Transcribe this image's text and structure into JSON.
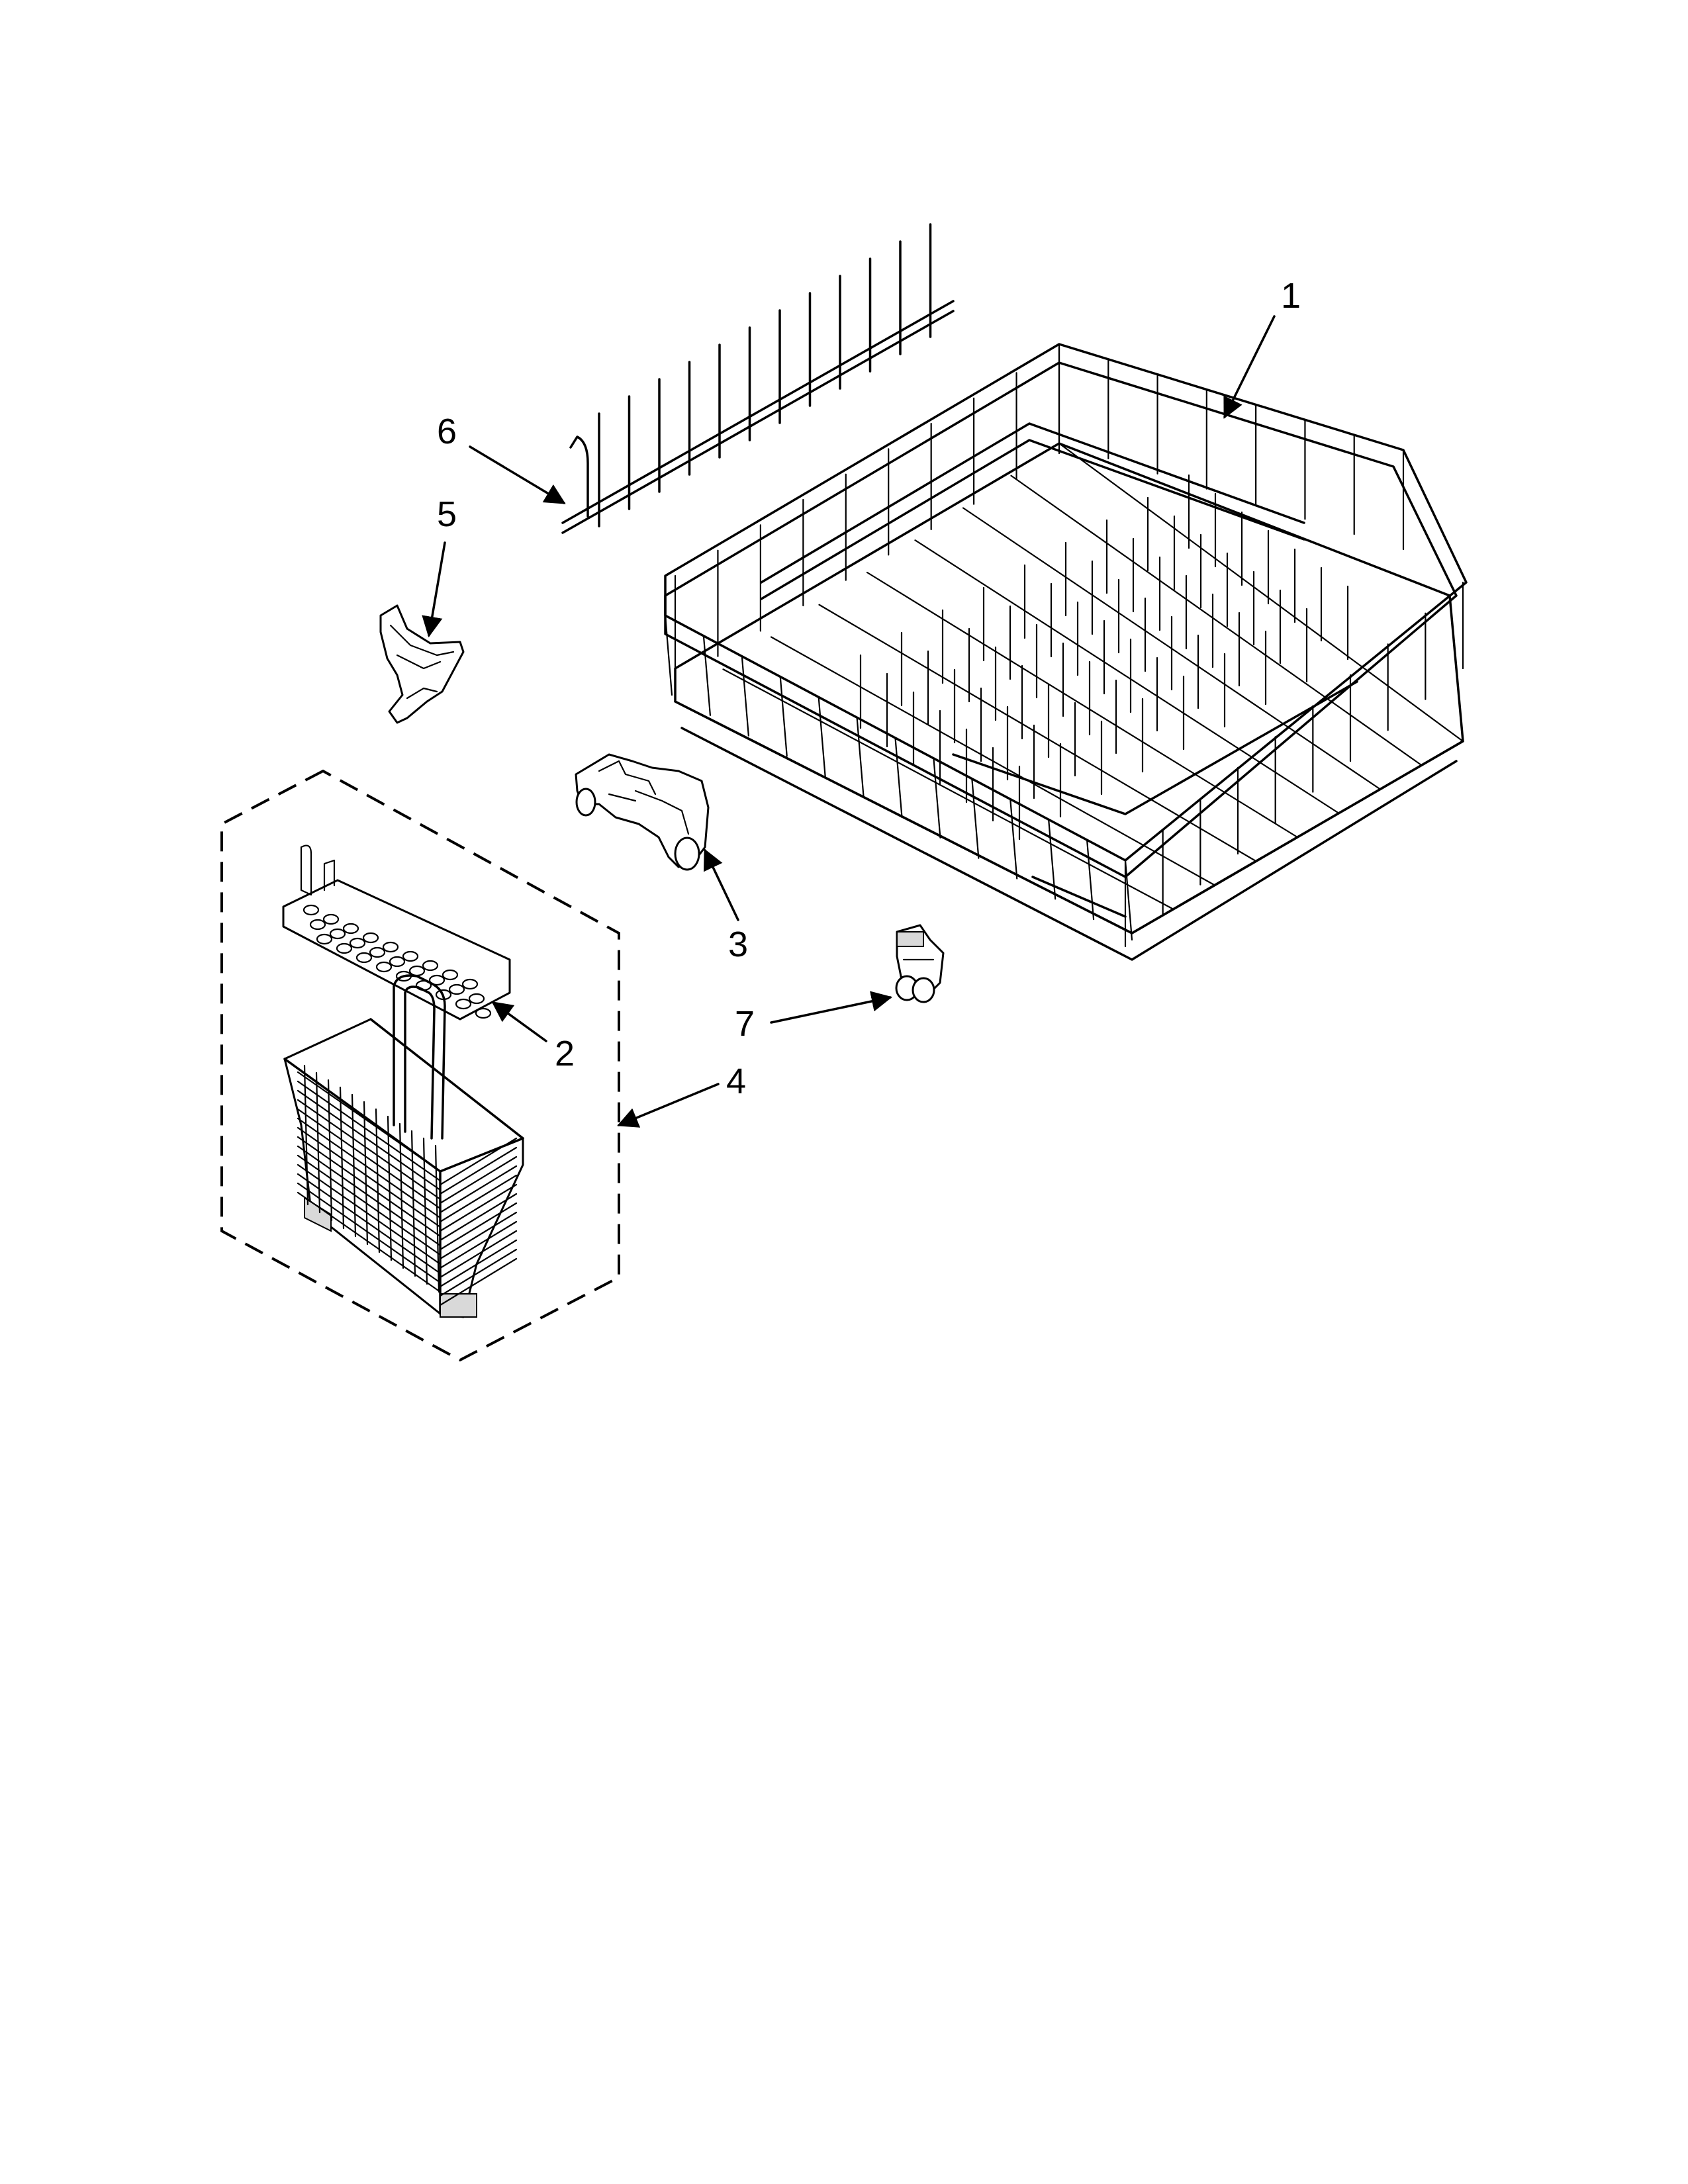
{
  "callouts": [
    {
      "id": "1",
      "label": "1"
    },
    {
      "id": "2",
      "label": "2"
    },
    {
      "id": "3",
      "label": "3"
    },
    {
      "id": "4",
      "label": "4"
    },
    {
      "id": "5",
      "label": "5"
    },
    {
      "id": "6",
      "label": "6"
    },
    {
      "id": "7",
      "label": "7"
    }
  ],
  "colors": {
    "ink": "#000000",
    "paper": "#ffffff",
    "fill": "#d9d9d9"
  }
}
